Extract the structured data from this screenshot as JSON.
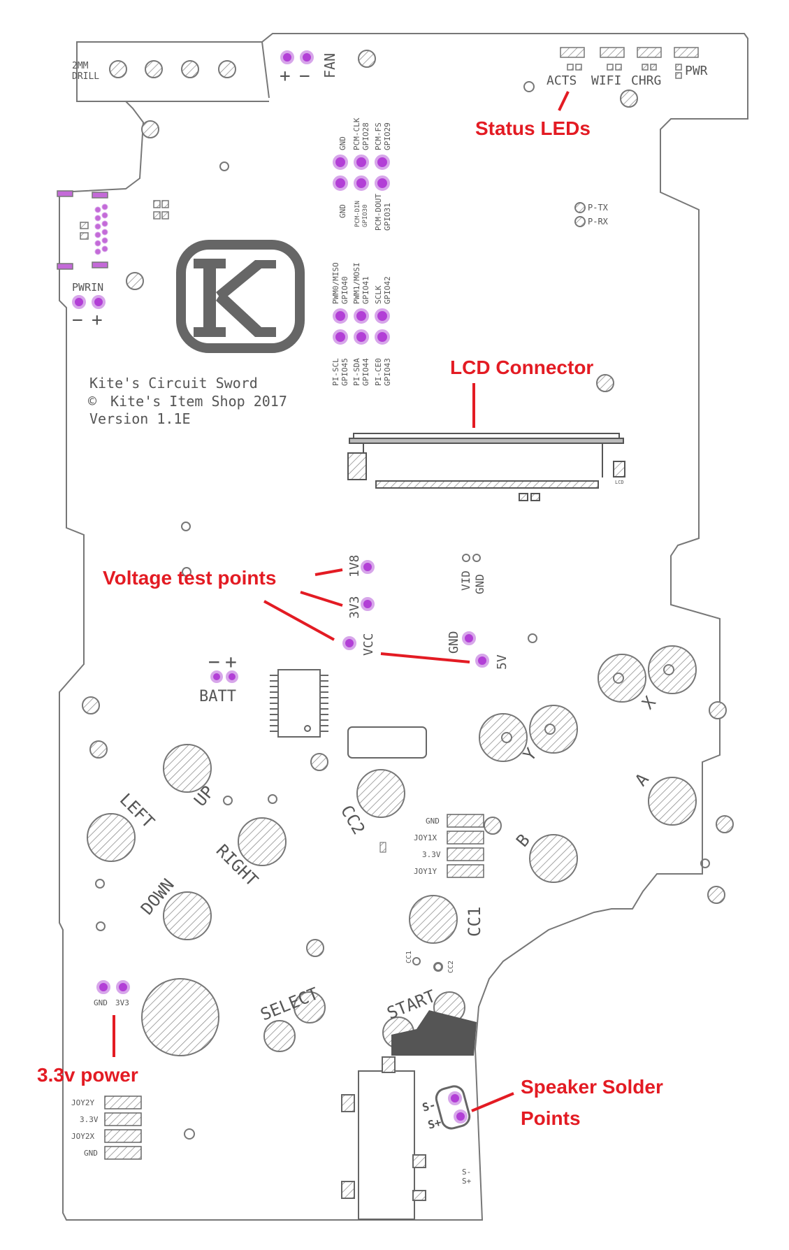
{
  "board": {
    "drill_label": [
      "2MM",
      "DRILL"
    ],
    "fan_label": "FAN",
    "fan_plus": "+",
    "fan_minus": "−",
    "led_labels": [
      "ACTS",
      "WIFI",
      "CHRG"
    ],
    "pwr_label": "PWR",
    "ptx_label": "P-TX",
    "prx_label": "P-RX",
    "pwrin_label": "PWRIN",
    "pwrin_minus": "−",
    "pwrin_plus": "+",
    "logo_letter": "K",
    "title_lines": [
      "Kite's Circuit Sword",
      "Kite's Item Shop 2017",
      "Version 1.1E"
    ],
    "copyright_symbol": "©",
    "header_top_labels": [
      "GND",
      "PCM-CLK",
      "GPIO28",
      "PCM-FS",
      "GPIO29"
    ],
    "header_mid_labels": [
      "GND",
      "PCM-DIN",
      "GPIO30",
      "PCM-DOUT",
      "GPIO31"
    ],
    "header_row2_labels": [
      "PWM0/MISO",
      "GPIO40",
      "PWM1/MOSI",
      "GPIO41",
      "SCLK",
      "GPIO42"
    ],
    "header_row3_labels": [
      "PI-SCL",
      "GPIO45",
      "PI-SDA",
      "GPIO44",
      "PI-CE0",
      "GPIO43"
    ],
    "lcd_small_label": "LCD",
    "v1v8_label": "1V8",
    "v3v3_label": "3V3",
    "vcc_label": "VCC",
    "gnd_label": "GND",
    "v5_label": "5V",
    "vid_label": "VID",
    "vid_gnd_label": "GND",
    "batt_label": "BATT",
    "batt_minus": "−",
    "batt_plus": "+",
    "buttons": [
      "UP",
      "LEFT",
      "RIGHT",
      "DOWN",
      "SELECT",
      "START",
      "CC1",
      "CC2",
      "A",
      "B",
      "X",
      "Y"
    ],
    "joy1_labels": [
      "GND",
      "JOY1X",
      "3.3V",
      "JOY1Y"
    ],
    "joy2_labels": [
      "JOY2Y",
      "3.3V",
      "JOY2X",
      "GND"
    ],
    "pwr33_labels": [
      "GND",
      "3V3"
    ],
    "cc1_small": "CC1",
    "cc2_small": "CC2",
    "speaker_minus": "S-",
    "speaker_plus": "S+",
    "speaker_corner_labels": [
      "S-",
      "S+"
    ]
  },
  "annotations": {
    "status_leds": "Status LEDs",
    "lcd_connector": "LCD Connector",
    "voltage_test_points": "Voltage test points",
    "power_33": "3.3v power",
    "speaker_line1": "Speaker Solder",
    "speaker_line2": "Points"
  },
  "colors": {
    "annotation": "#e31b23",
    "pad": "#b23fd6",
    "silkscreen": "#555555"
  }
}
